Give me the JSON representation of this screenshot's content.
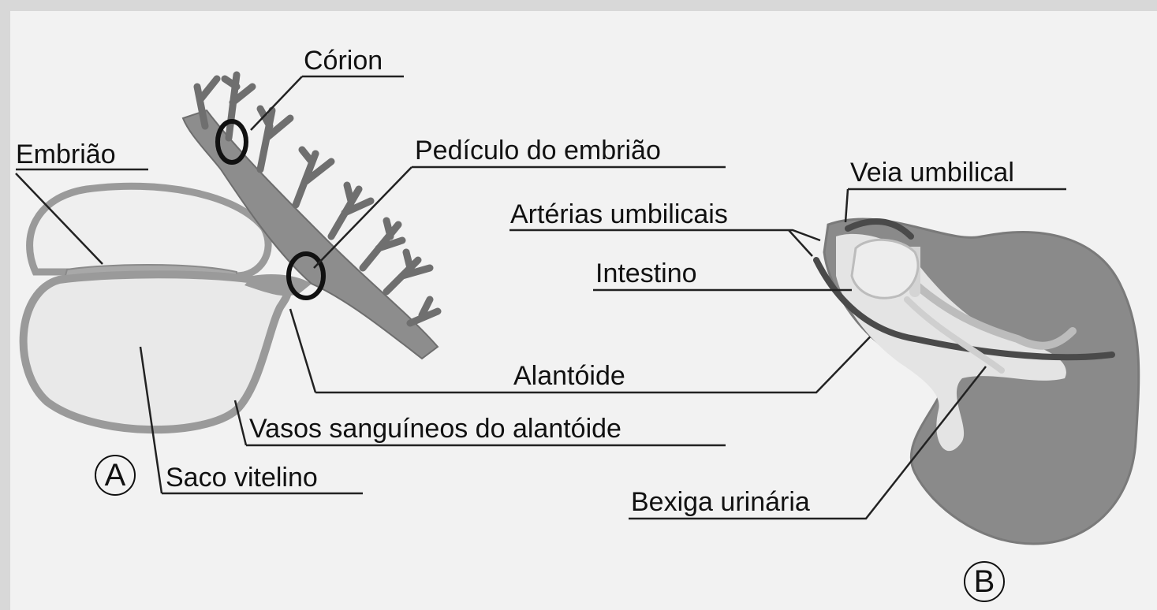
{
  "panels": {
    "a_letter": "A",
    "b_letter": "B"
  },
  "labels": {
    "corion": "Córion",
    "pediculo": "Pedículo do embrião",
    "embriao": "Embrião",
    "veia_umbilical": "Veia umbilical",
    "arterias_umbilicais": "Artérias umbilicais",
    "intestino": "Intestino",
    "alantoide": "Alantóide",
    "vasos_alantoide": "Vasos sanguíneos do alantóide",
    "saco_vitelino": "Saco vitelino",
    "bexiga_urinaria": "Bexiga urinária"
  }
}
